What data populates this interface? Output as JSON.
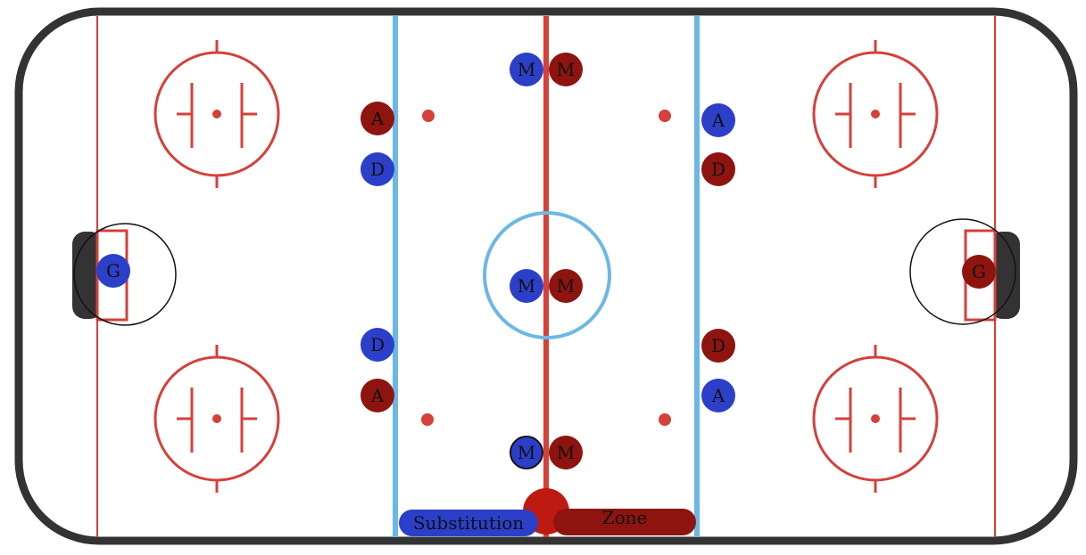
{
  "colors": {
    "team_blue": "#2c3fc9",
    "team_red": "#8e1410",
    "red_line": "#d5403a",
    "blue_line": "#6cb8e4",
    "boards": "#333333"
  },
  "players": [
    {
      "id": "blue-m-top",
      "label": "M",
      "team": "blue"
    },
    {
      "id": "red-m-top",
      "label": "M",
      "team": "red"
    },
    {
      "id": "red-a-left-top",
      "label": "A",
      "team": "red"
    },
    {
      "id": "blue-d-left-top",
      "label": "D",
      "team": "blue"
    },
    {
      "id": "blue-a-right-top",
      "label": "A",
      "team": "blue"
    },
    {
      "id": "red-d-right-top",
      "label": "D",
      "team": "red"
    },
    {
      "id": "blue-g",
      "label": "G",
      "team": "blue"
    },
    {
      "id": "red-g",
      "label": "G",
      "team": "red"
    },
    {
      "id": "blue-m-center",
      "label": "M",
      "team": "blue"
    },
    {
      "id": "red-m-center",
      "label": "M",
      "team": "red"
    },
    {
      "id": "blue-d-left-bottom",
      "label": "D",
      "team": "blue"
    },
    {
      "id": "red-a-left-bottom",
      "label": "A",
      "team": "red"
    },
    {
      "id": "red-d-right-bottom",
      "label": "D",
      "team": "red"
    },
    {
      "id": "blue-a-right-bottom",
      "label": "A",
      "team": "blue"
    },
    {
      "id": "blue-m-bottom",
      "label": "M",
      "team": "blue",
      "selected": true
    },
    {
      "id": "red-m-bottom",
      "label": "M",
      "team": "red"
    }
  ],
  "controls": {
    "substitution_label": "Substitution",
    "zone_label": "Zone"
  }
}
